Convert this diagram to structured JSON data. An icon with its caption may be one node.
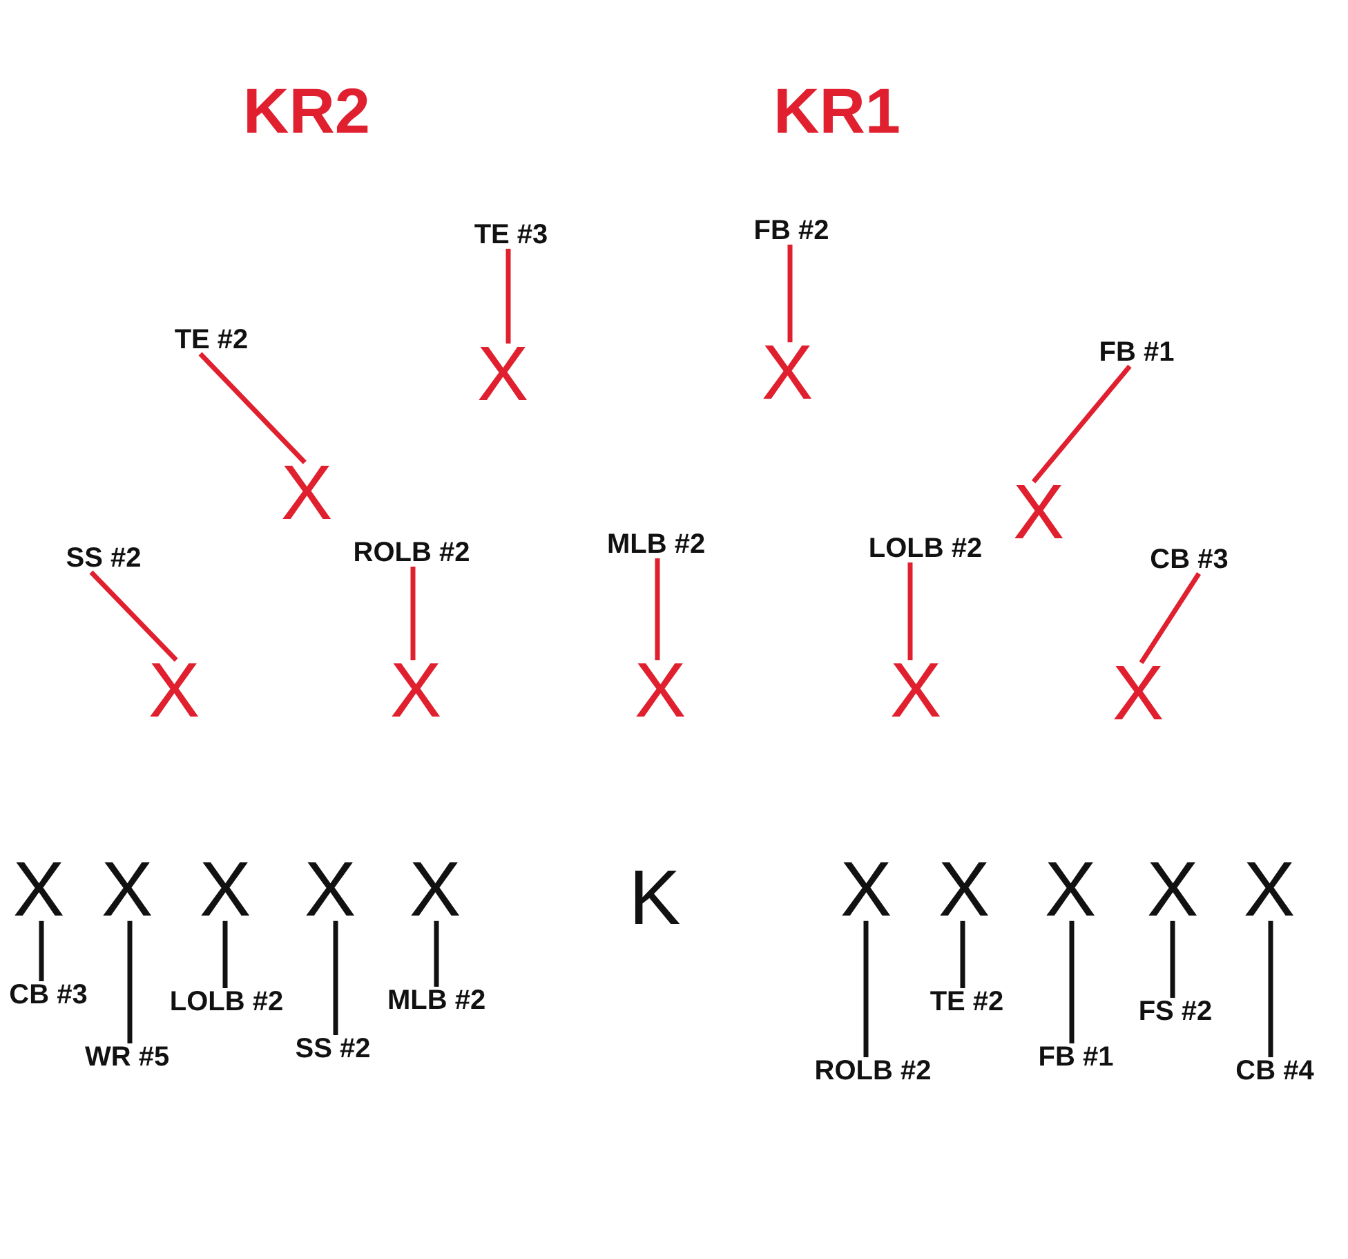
{
  "diagram": {
    "nodes": [
      {
        "text": [
          "TE #3"
        ]
      },
      {
        "text": [
          "FB #2"
        ]
      },
      {
        "text": [
          "TE #2"
        ]
      },
      {
        "text": [
          "FB #1"
        ]
      },
      {
        "text": [
          "X"
        ]
      },
      {
        "text": [
          "X"
        ]
      },
      {
        "text": [
          "X"
        ]
      },
      {
        "text": [
          "X"
        ]
      },
      {
        "text": [
          "SS #2"
        ]
      },
      {
        "text": [
          "ROLB #2"
        ]
      },
      {
        "text": [
          "MLB #2"
        ]
      },
      {
        "text": [
          "LOLB #2"
        ]
      },
      {
        "text": [
          "CB #3"
        ]
      },
      {
        "text": [
          "X"
        ]
      },
      {
        "text": [
          "X"
        ]
      },
      {
        "text": [
          "X"
        ]
      },
      {
        "text": [
          "X"
        ]
      },
      {
        "text": [
          "X"
        ]
      },
      {
        "text": [
          "X"
        ]
      },
      {
        "text": [
          "X"
        ]
      },
      {
        "text": [
          "X"
        ]
      },
      {
        "text": [
          "X"
        ]
      },
      {
        "text": [
          "X"
        ]
      },
      {
        "text": [
          "X"
        ]
      },
      {
        "text": [
          "X"
        ]
      },
      {
        "text": [
          "X"
        ]
      },
      {
        "text": [
          "X"
        ]
      },
      {
        "text": [
          "X"
        ]
      },
      {
        "text": [
          "CB #3"
        ]
      },
      {
        "text": [
          "WR #5"
        ]
      },
      {
        "text": [
          "LOLB #2"
        ]
      },
      {
        "text": [
          "SS #2"
        ]
      },
      {
        "text": [
          "MLB #2"
        ]
      },
      {
        "text": [
          "ROLB #2"
        ]
      },
      {
        "text": [
          "TE #2"
        ]
      },
      {
        "text": [
          "FB #1"
        ]
      },
      {
        "text": [
          "FS #2"
        ]
      },
      {
        "text": [
          "CB #4"
        ]
      }
    ],
    "edges": [
      {
        "from": 0,
        "to": 4,
        "arrow": "none",
        "color": "#e0202e"
      },
      {
        "from": 1,
        "to": 5,
        "arrow": "none",
        "color": "#e0202e"
      },
      {
        "from": 2,
        "to": 6,
        "arrow": "none",
        "color": "#e0202e"
      },
      {
        "from": 3,
        "to": 7,
        "arrow": "none",
        "color": "#e0202e"
      },
      {
        "from": 8,
        "to": 13,
        "arrow": "none",
        "color": "#e0202e"
      },
      {
        "from": 9,
        "to": 14,
        "arrow": "none",
        "color": "#e0202e"
      },
      {
        "from": 10,
        "to": 15,
        "arrow": "none",
        "color": "#e0202e"
      },
      {
        "from": 11,
        "to": 16,
        "arrow": "none",
        "color": "#e0202e"
      },
      {
        "from": 12,
        "to": 17,
        "arrow": "none",
        "color": "#e0202e"
      },
      {
        "from": 28,
        "to": 18,
        "arrow": "none"
      },
      {
        "from": 29,
        "to": 19,
        "arrow": "none"
      },
      {
        "from": 30,
        "to": 20,
        "arrow": "none"
      },
      {
        "from": 31,
        "to": 21,
        "arrow": "none"
      },
      {
        "from": 32,
        "to": 22,
        "arrow": "none"
      },
      {
        "from": 33,
        "to": 23,
        "arrow": "none"
      },
      {
        "from": 34,
        "to": 24,
        "arrow": "none"
      },
      {
        "from": 35,
        "to": 25,
        "arrow": "none"
      },
      {
        "from": 36,
        "to": 26,
        "arrow": "none"
      },
      {
        "from": 37,
        "to": 27,
        "arrow": "none"
      }
    ],
    "labels": [
      "KR2",
      "KR1",
      "K"
    ]
  }
}
